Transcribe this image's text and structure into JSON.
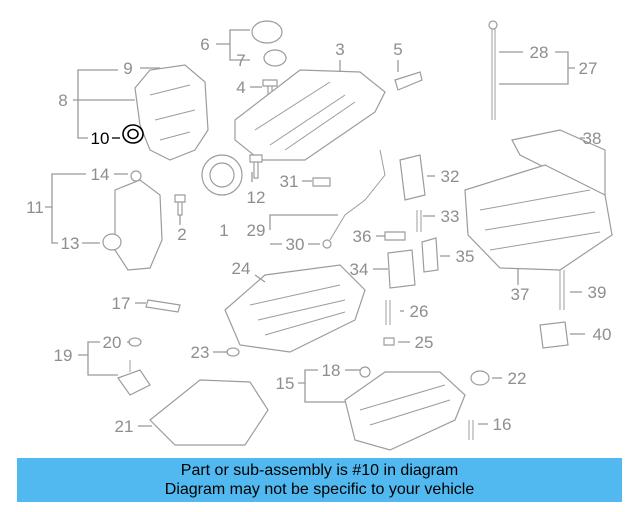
{
  "callouts": [
    "1",
    "2",
    "3",
    "4",
    "5",
    "6",
    "7",
    "8",
    "9",
    "10",
    "11",
    "12",
    "13",
    "14",
    "15",
    "16",
    "17",
    "18",
    "19",
    "20",
    "21",
    "22",
    "23",
    "24",
    "25",
    "26",
    "27",
    "28",
    "29",
    "30",
    "31",
    "32",
    "33",
    "34",
    "35",
    "36",
    "37",
    "38",
    "39",
    "40"
  ],
  "highlighted_callout": "10",
  "banner": {
    "line1": "Part or sub-assembly is #10 in diagram",
    "line2": "Diagram may not be specific to your vehicle"
  },
  "colors": {
    "banner_bg": "#52b9f0",
    "callout_gray": "#8e8e8e",
    "highlight": "#000000"
  }
}
